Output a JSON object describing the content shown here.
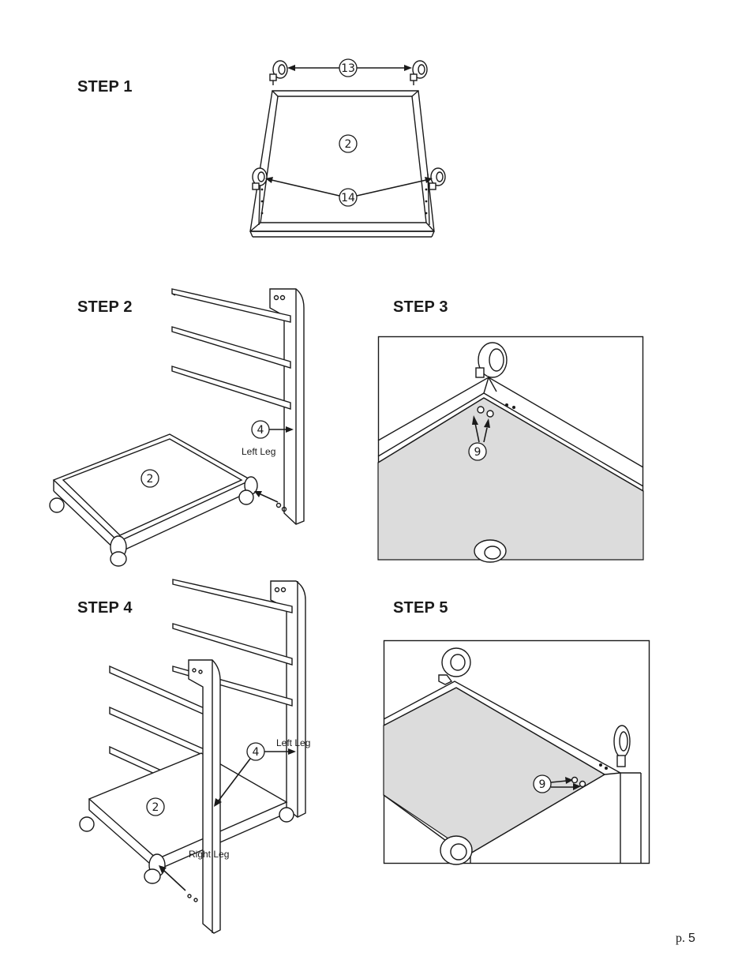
{
  "steps": [
    {
      "label": "STEP 1"
    },
    {
      "label": "STEP 2"
    },
    {
      "label": "STEP 3"
    },
    {
      "label": "STEP 4"
    },
    {
      "label": "STEP 5"
    }
  ],
  "callouts": {
    "caster_top": "13",
    "shelf": "2",
    "caster_bottom": "14",
    "leg": "4",
    "screw": "9"
  },
  "labels": {
    "left_leg": "Left Leg",
    "right_leg": "Right Leg"
  },
  "page": {
    "prefix": "p.",
    "number": "5"
  }
}
